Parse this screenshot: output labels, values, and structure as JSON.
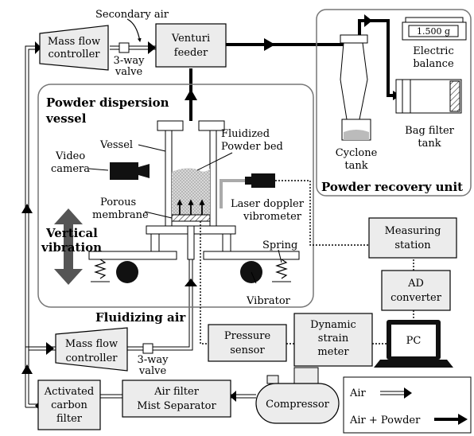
{
  "labels": {
    "secondary_air": "Secondary air",
    "mfc_top_1": "Mass flow",
    "mfc_top_2": "controller",
    "valve_top_1": "3-way",
    "valve_top_2": "valve",
    "venturi_1": "Venturi",
    "venturi_2": "feeder",
    "dispersion_title_1": "Powder dispersion",
    "dispersion_title_2": "vessel",
    "vessel": "Vessel",
    "fluidized_1": "Fluidized",
    "fluidized_2": "Powder bed",
    "video_1": "Video",
    "video_2": "camera",
    "porous_1": "Porous",
    "porous_2": "membrane",
    "laser_1": "Laser doppler",
    "laser_2": "vibrometer",
    "vertical_1": "Vertical",
    "vertical_2": "vibration",
    "spring": "Spring",
    "vibrator": "Vibrator",
    "fluidizing_air": "Fluidizing air",
    "balance_display": "1.500 g",
    "balance_1": "Electric",
    "balance_2": "balance",
    "bag_1": "Bag filter",
    "bag_2": "tank",
    "cyclone_1": "Cyclone",
    "cyclone_2": "tank",
    "recovery_title": "Powder recovery unit",
    "measuring_1": "Measuring",
    "measuring_2": "station",
    "ad_1": "AD",
    "ad_2": "converter",
    "pc": "PC",
    "pressure_1": "Pressure",
    "pressure_2": "sensor",
    "strain_1": "Dynamic",
    "strain_2": "strain",
    "strain_3": "meter",
    "mfc_bot_1": "Mass flow",
    "mfc_bot_2": "controller",
    "valve_bot_1": "3-way",
    "valve_bot_2": "valve",
    "carbon_1": "Activated",
    "carbon_2": "carbon",
    "carbon_3": "filter",
    "airfilter_1": "Air filter",
    "airfilter_2": "Mist Separator",
    "compressor": "Compressor",
    "legend_air": "Air",
    "legend_air_powder": "Air + Powder"
  }
}
